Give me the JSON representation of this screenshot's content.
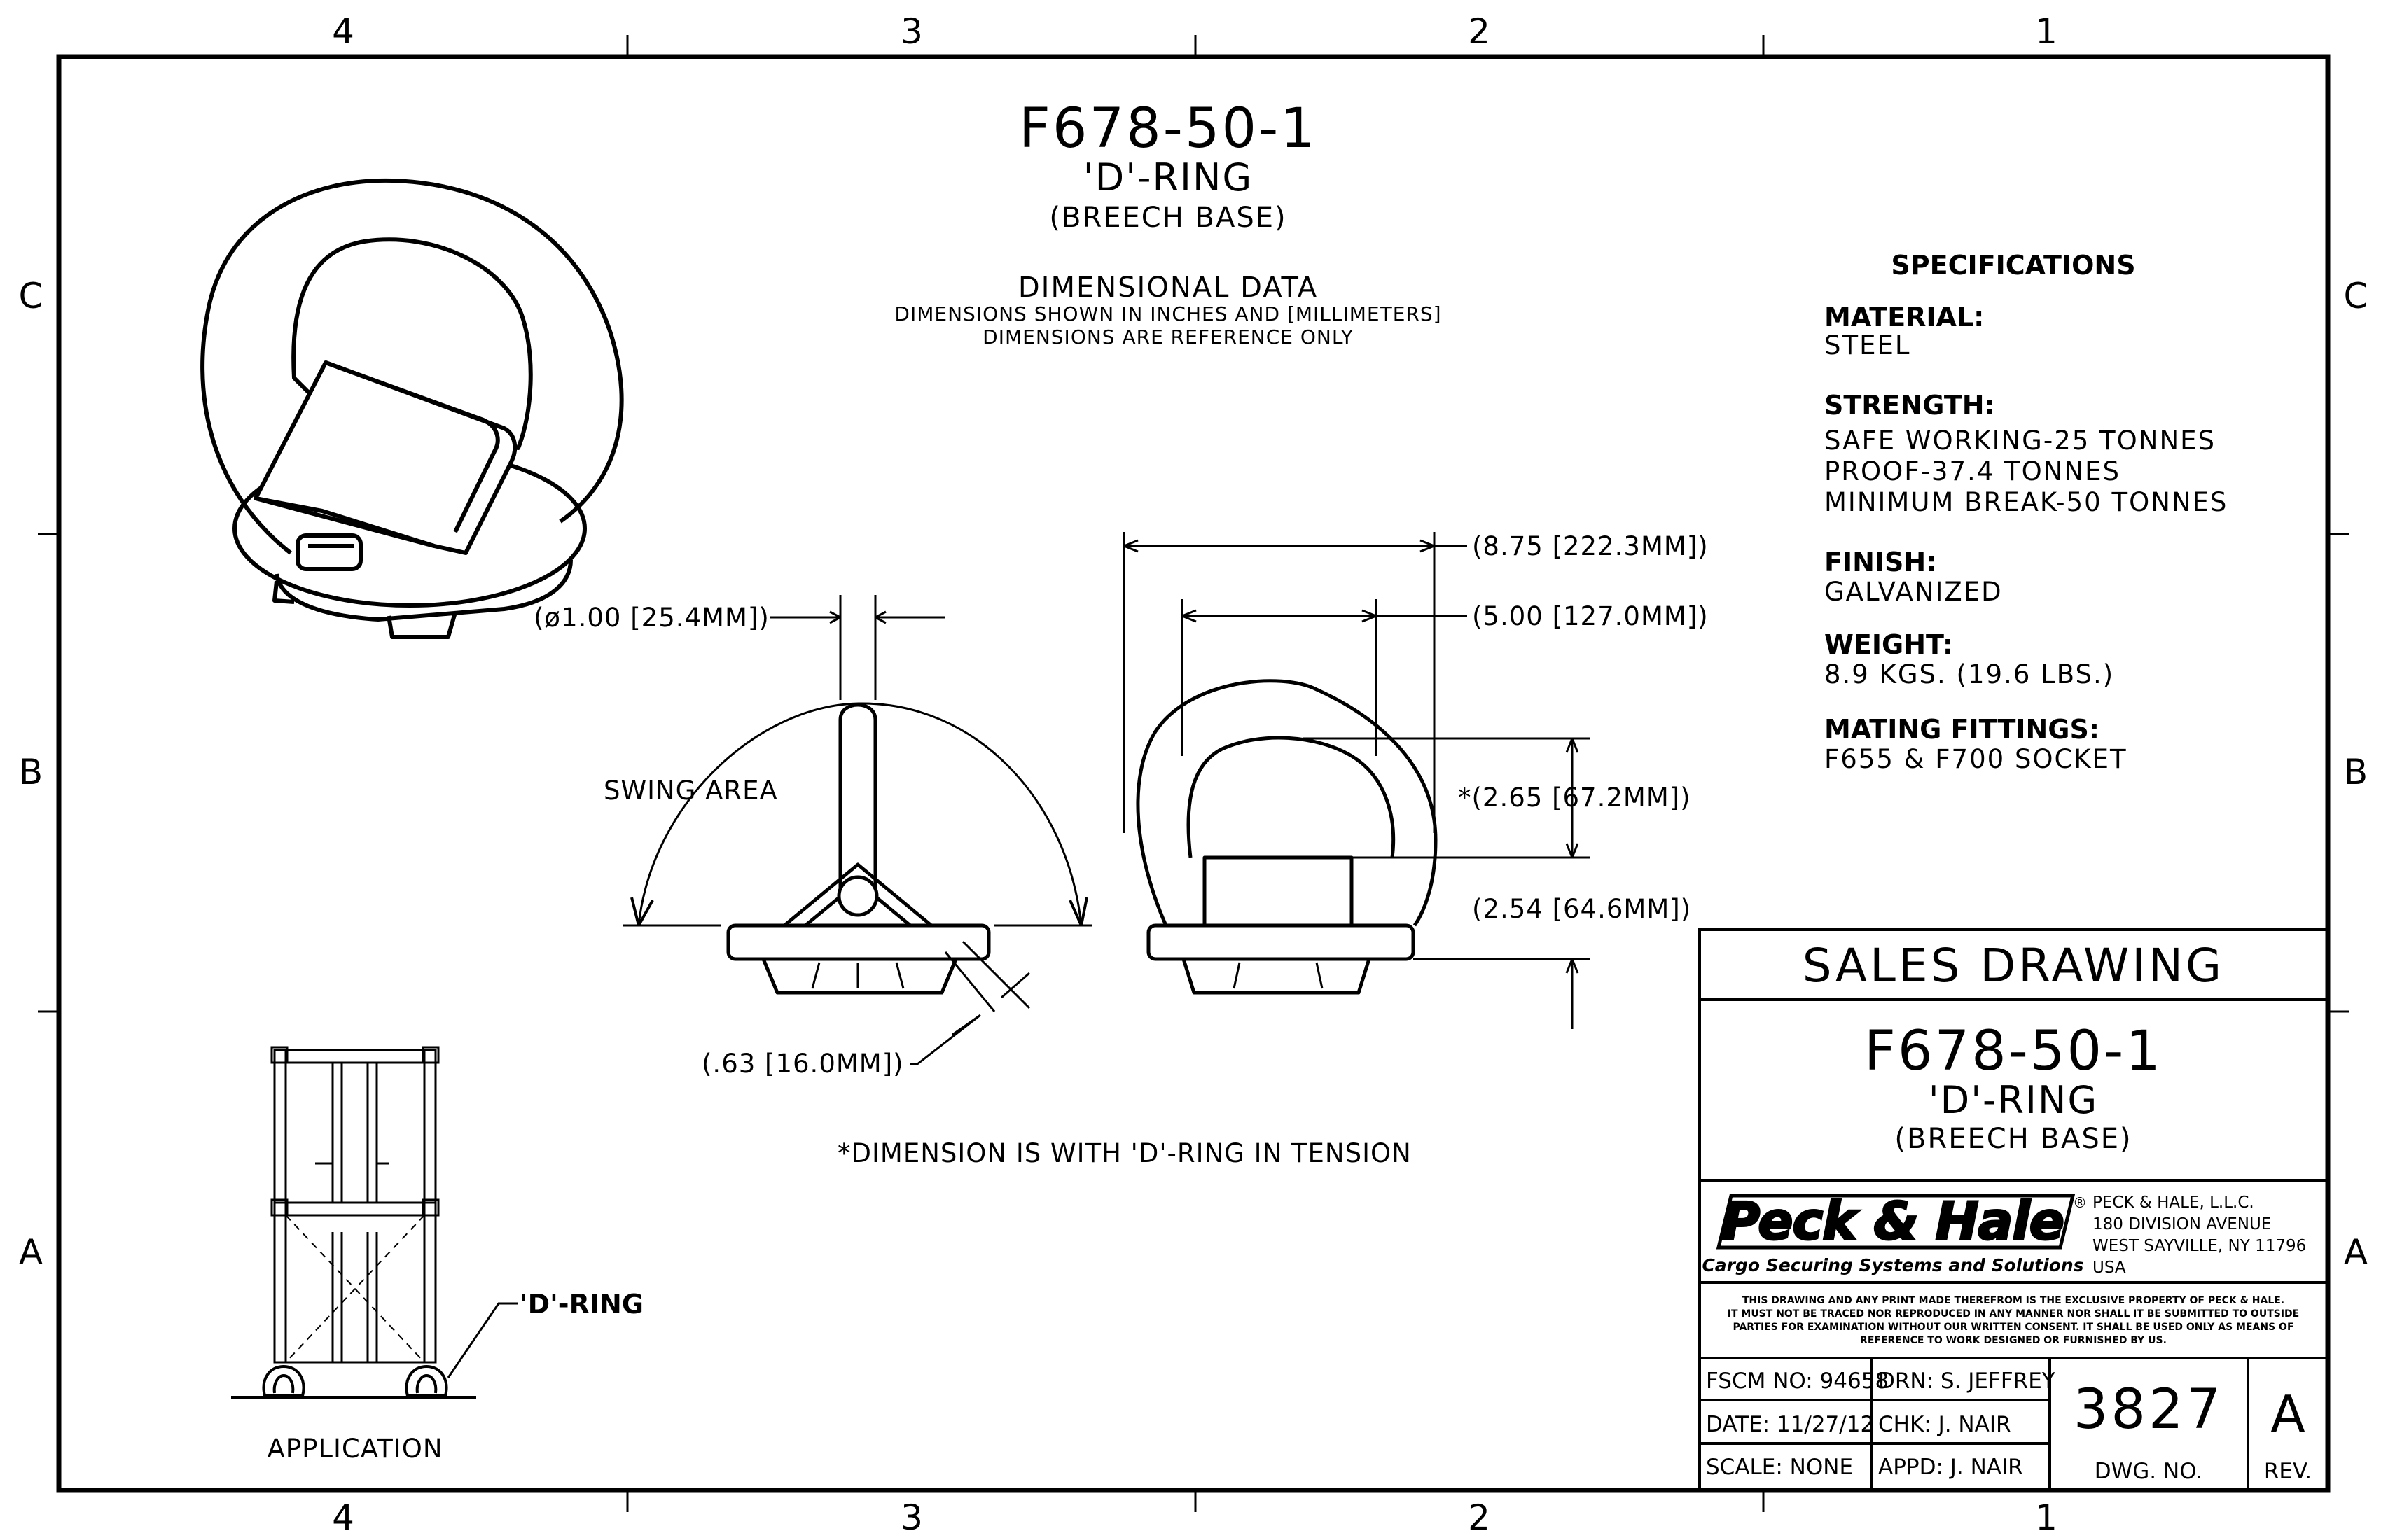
{
  "zones": {
    "columns": [
      "4",
      "3",
      "2",
      "1"
    ],
    "rows": [
      "C",
      "B",
      "A"
    ]
  },
  "header": {
    "part_number": "F678-50-1",
    "name": "'D'-RING",
    "base": "(BREECH BASE)",
    "dimensional_title": "DIMENSIONAL DATA",
    "dimensional_note1": "DIMENSIONS SHOWN IN INCHES AND [MILLIMETERS]",
    "dimensional_note2": "DIMENSIONS ARE REFERENCE ONLY"
  },
  "specifications": {
    "title": "SPECIFICATIONS",
    "material_label": "MATERIAL:",
    "material": "STEEL",
    "strength_label": "STRENGTH:",
    "strength": [
      "SAFE WORKING-25 TONNES",
      "PROOF-37.4 TONNES",
      "MINIMUM BREAK-50 TONNES"
    ],
    "finish_label": "FINISH:",
    "finish": "GALVANIZED",
    "weight_label": "WEIGHT:",
    "weight": "8.9 KGS. (19.6 LBS.)",
    "mating_label": "MATING FITTINGS:",
    "mating": "F655 & F700 SOCKET"
  },
  "dimensions": {
    "diameter": "(ø1.00 [25.4MM])",
    "overall_width": "(8.75 [222.3MM])",
    "inner_width": "(5.00 [127.0MM])",
    "ring_height": "*(2.65 [67.2MM])",
    "base_height": "(2.54 [64.6MM])",
    "base_thickness": "(.63 [16.0MM])",
    "swing_area": "SWING AREA",
    "tension_note": "*DIMENSION IS WITH 'D'-RING IN TENSION"
  },
  "application": {
    "callout": "'D'-RING",
    "label": "APPLICATION"
  },
  "title_block": {
    "sales_drawing": "SALES DRAWING",
    "part_number": "F678-50-1",
    "name": "'D'-RING",
    "base": "(BREECH BASE)",
    "logo": "Peck & Hale",
    "logo_tagline": "Cargo Securing Systems and Solutions",
    "company": [
      "PECK & HALE, L.L.C.",
      "180 DIVISION AVENUE",
      "WEST SAYVILLE, NY 11796",
      "USA"
    ],
    "legal": [
      "THIS DRAWING AND ANY PRINT MADE THEREFROM IS THE EXCLUSIVE PROPERTY OF PECK & HALE.",
      "IT MUST NOT BE TRACED NOR REPRODUCED IN ANY MANNER NOR SHALL IT BE SUBMITTED TO OUTSIDE",
      "PARTIES FOR EXAMINATION WITHOUT OUR WRITTEN CONSENT.  IT SHALL BE USED ONLY AS MEANS OF",
      "REFERENCE TO WORK DESIGNED OR FURNISHED BY US."
    ],
    "fscm": "FSCM NO: 94658",
    "date": "DATE: 11/27/12",
    "scale": "SCALE:  NONE",
    "drn": "DRN: S. JEFFREY",
    "chk": "CHK:  J.  NAIR",
    "appd": "APPD:  J.  NAIR",
    "dwg_no": "3827",
    "dwg_no_label": "DWG.  NO.",
    "rev": "A",
    "rev_label": "REV."
  }
}
